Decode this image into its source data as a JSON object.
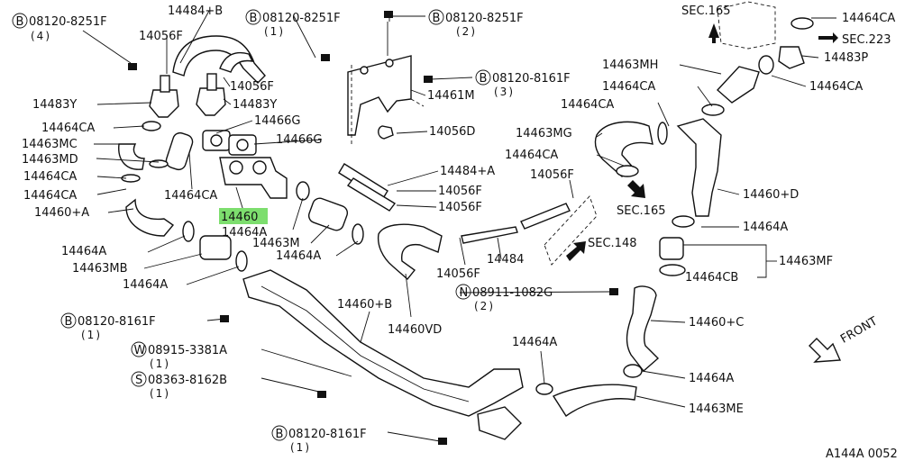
{
  "diagram": {
    "callouts": {
      "b1": {
        "num": "08120-8251F",
        "qty": "(4)"
      },
      "b2": {
        "num": "08120-8251F",
        "qty": "(1)"
      },
      "b3": {
        "num": "08120-8251F",
        "qty": "(2)"
      },
      "b4": {
        "num": "08120-8161F",
        "qty": "(3)"
      },
      "b5": {
        "num": "08120-8161F",
        "qty": "(1)"
      },
      "b6": {
        "num": "08120-8161F",
        "qty": "(1)"
      },
      "n1": {
        "num": "08911-1082G",
        "qty": "(2)"
      },
      "w1": {
        "num": "08915-3381A",
        "qty": "(1)"
      },
      "s1": {
        "num": "08363-8162B",
        "qty": "(1)"
      },
      "letters": {
        "b": "B",
        "n": "N",
        "w": "W",
        "s": "S"
      }
    },
    "labels": {
      "p14484B": "14484+B",
      "p14056F_a": "14056F",
      "p14056F_b": "14056F",
      "p14483Y_a": "14483Y",
      "p14483Y_b": "14483Y",
      "p14464CA_a": "14464CA",
      "p14466G_a": "14466G",
      "p14466G_b": "14466G",
      "p14463MC": "14463MC",
      "p14463MD": "14463MD",
      "p14464CA_b": "14464CA",
      "p14464CA_c": "14464CA",
      "p14464CA_d": "14464CA",
      "p14460A": "14460+A",
      "p14460": "14460",
      "p14464A_a": "14464A",
      "p14464A_b": "14464A",
      "p14463MB": "14463MB",
      "p14464A_c": "14464A",
      "p14463M": "14463M",
      "p14464A_d": "14464A",
      "p14461M": "14461M",
      "p14056D": "14056D",
      "p14484A": "14484+A",
      "p14056F_c": "14056F",
      "p14056F_d": "14056F",
      "p14484": "14484",
      "p14056F_e": "14056F",
      "p14460VD": "14460VD",
      "p14460B": "14460+B",
      "p14464A_e": "14464A",
      "p14464CA_e": "14464CA",
      "p14463MH": "14463MH",
      "p14464CA_f": "14464CA",
      "p14464CA_g": "14464CA",
      "p14464CA_h": "14464CA",
      "p14483P": "14483P",
      "p14463MG": "14463MG",
      "p14464CA_i": "14464CA",
      "p14056F_f": "14056F",
      "p14460D": "14460+D",
      "p14464A_f": "14464A",
      "p14463MF": "14463MF",
      "p14464CB": "14464CB",
      "p14460C": "14460+C",
      "p14464A_g": "14464A",
      "p14463ME": "14463ME"
    },
    "sections": {
      "sec165_a": "SEC.165",
      "sec223": "SEC.223",
      "sec165_b": "SEC.165",
      "sec148": "SEC.148"
    },
    "front": "FRONT",
    "footer": "A144A 0052",
    "highlight_color": "#7dde6e"
  }
}
